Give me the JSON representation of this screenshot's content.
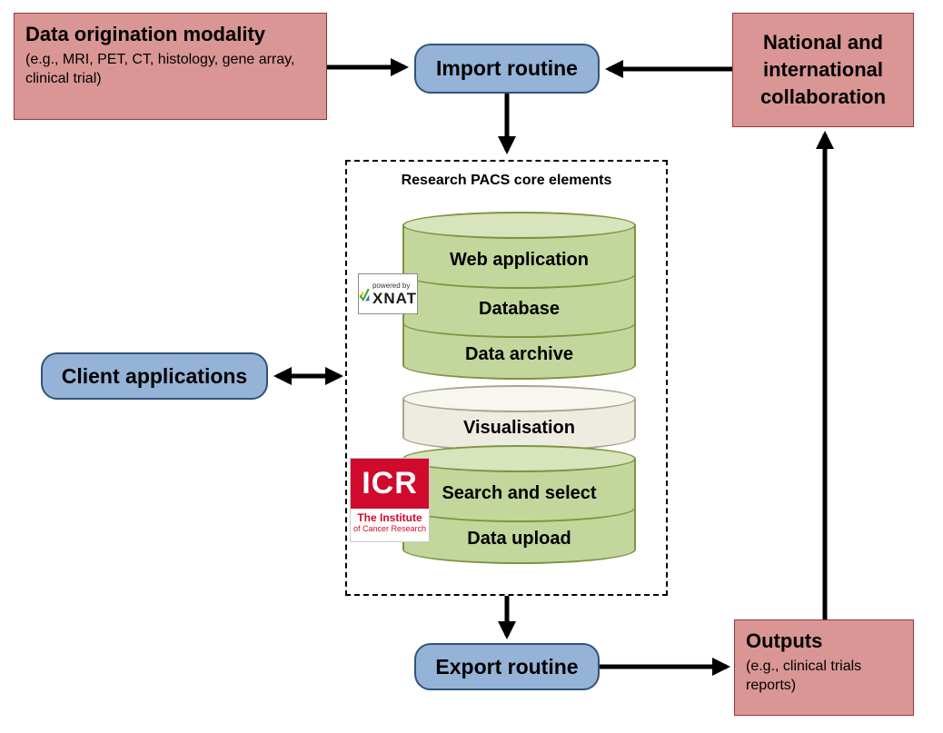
{
  "boxes": {
    "data_origination": {
      "title": "Data origination modality",
      "subtitle": "(e.g., MRI, PET, CT, histology, gene array, clinical trial)"
    },
    "import_routine": {
      "label": "Import routine"
    },
    "national_collab": {
      "label": "National and international collaboration"
    },
    "client_applications": {
      "label": "Client applications"
    },
    "export_routine": {
      "label": "Export routine"
    },
    "outputs": {
      "title": "Outputs",
      "subtitle": "(e.g., clinical trials reports)"
    }
  },
  "core": {
    "title": "Research PACS core elements",
    "stack1": [
      "Web application",
      "Database",
      "Data archive"
    ],
    "visualisation": "Visualisation",
    "stack2": [
      "Search and select",
      "Data upload"
    ]
  },
  "logos": {
    "xnat": {
      "powered_by": "powered by",
      "name": "XNAT"
    },
    "icr": {
      "abbr": "ICR",
      "line1": "The Institute",
      "line2": "of Cancer Research"
    }
  },
  "colors": {
    "pink_box": "#d99694",
    "pink_border": "#953735",
    "blue_box": "#95b3d7",
    "blue_border": "#31537a",
    "green_cylinder": "#c3d69b",
    "green_cylinder_top": "#d7e4bc",
    "green_border": "#7e9441",
    "cream_cylinder": "#eeece1",
    "icr_red": "#cf0a2c",
    "arrow": "#000000"
  }
}
